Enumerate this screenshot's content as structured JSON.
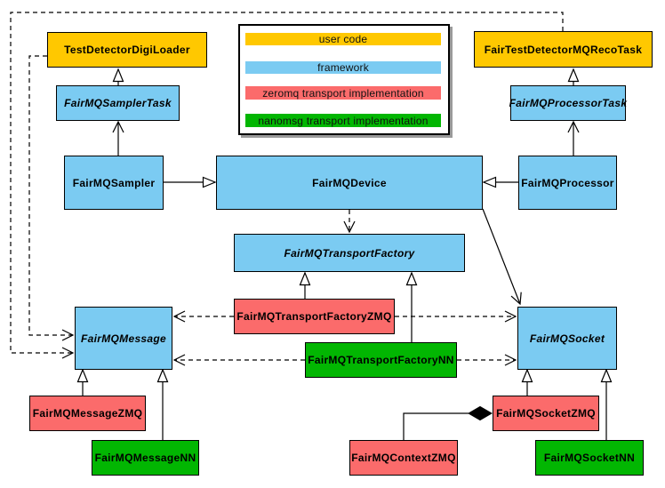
{
  "palette": {
    "user_code": "#FFC800",
    "framework": "#7BCBF2",
    "zeromq": "#FB6B6B",
    "nanomsg": "#02B602",
    "line": "#000000",
    "legend_shadow": "#9A9A9A"
  },
  "legend": {
    "items": [
      {
        "label": "user code",
        "type": "user_code"
      },
      {
        "label": "framework",
        "type": "framework"
      },
      {
        "label": "zeromq transport implementation",
        "type": "zeromq"
      },
      {
        "label": "nanomsg transport implementation",
        "type": "nanomsg"
      }
    ]
  },
  "nodes": {
    "digi_loader": {
      "label": "TestDetectorDigiLoader",
      "type": "user_code",
      "abstract": false
    },
    "reco_task": {
      "label": "FairTestDetectorMQRecoTask",
      "type": "user_code",
      "abstract": false
    },
    "sampler_task": {
      "label": "FairMQSamplerTask",
      "type": "framework",
      "abstract": true
    },
    "processor_task": {
      "label": "FairMQProcessorTask",
      "type": "framework",
      "abstract": true
    },
    "sampler": {
      "label": "FairMQSampler",
      "type": "framework",
      "abstract": false
    },
    "device": {
      "label": "FairMQDevice",
      "type": "framework",
      "abstract": false
    },
    "processor": {
      "label": "FairMQProcessor",
      "type": "framework",
      "abstract": false
    },
    "transport_factory": {
      "label": "FairMQTransportFactory",
      "type": "framework",
      "abstract": true
    },
    "tf_zmq": {
      "label": "FairMQTransportFactoryZMQ",
      "type": "zeromq",
      "abstract": false
    },
    "tf_nn": {
      "label": "FairMQTransportFactoryNN",
      "type": "nanomsg",
      "abstract": false
    },
    "message": {
      "label": "FairMQMessage",
      "type": "framework",
      "abstract": true
    },
    "socket": {
      "label": "FairMQSocket",
      "type": "framework",
      "abstract": true
    },
    "message_zmq": {
      "label": "FairMQMessageZMQ",
      "type": "zeromq",
      "abstract": false
    },
    "message_nn": {
      "label": "FairMQMessageNN",
      "type": "nanomsg",
      "abstract": false
    },
    "socket_zmq": {
      "label": "FairMQSocketZMQ",
      "type": "zeromq",
      "abstract": false
    },
    "socket_nn": {
      "label": "FairMQSocketNN",
      "type": "nanomsg",
      "abstract": false
    },
    "context_zmq": {
      "label": "FairMQContextZMQ",
      "type": "zeromq",
      "abstract": false
    }
  },
  "relations": [
    {
      "from": "FairMQSamplerTask",
      "to": "TestDetectorDigiLoader",
      "kind": "solid-hollow-triangle"
    },
    {
      "from": "FairMQProcessorTask",
      "to": "FairTestDetectorMQRecoTask",
      "kind": "solid-hollow-triangle"
    },
    {
      "from": "FairMQSampler",
      "to": "FairMQDevice",
      "kind": "solid-hollow-triangle"
    },
    {
      "from": "FairMQProcessor",
      "to": "FairMQDevice",
      "kind": "solid-hollow-triangle"
    },
    {
      "from": "FairMQTransportFactoryZMQ",
      "to": "FairMQTransportFactory",
      "kind": "solid-hollow-triangle"
    },
    {
      "from": "FairMQTransportFactoryNN",
      "to": "FairMQTransportFactory",
      "kind": "solid-hollow-triangle"
    },
    {
      "from": "FairMQMessageZMQ",
      "to": "FairMQMessage",
      "kind": "solid-hollow-triangle"
    },
    {
      "from": "FairMQMessageNN",
      "to": "FairMQMessage",
      "kind": "solid-hollow-triangle"
    },
    {
      "from": "FairMQSocketZMQ",
      "to": "FairMQSocket",
      "kind": "solid-hollow-triangle"
    },
    {
      "from": "FairMQSocketNN",
      "to": "FairMQSocket",
      "kind": "solid-hollow-triangle"
    },
    {
      "from": "FairMQSampler",
      "to": "FairMQSamplerTask",
      "kind": "solid-open-arrow"
    },
    {
      "from": "FairMQProcessor",
      "to": "FairMQProcessorTask",
      "kind": "solid-open-arrow"
    },
    {
      "from": "FairMQDevice",
      "to": "FairMQSocket",
      "kind": "solid-open-arrow"
    },
    {
      "from": "FairMQDevice",
      "to": "FairMQTransportFactory",
      "kind": "dashed-open-arrow"
    },
    {
      "from": "FairMQTransportFactoryZMQ",
      "to": "FairMQMessage",
      "kind": "dashed-open-arrow"
    },
    {
      "from": "FairMQTransportFactoryZMQ",
      "to": "FairMQSocket",
      "kind": "dashed-open-arrow"
    },
    {
      "from": "FairMQTransportFactoryNN",
      "to": "FairMQMessage",
      "kind": "dashed-open-arrow"
    },
    {
      "from": "FairMQTransportFactoryNN",
      "to": "FairMQSocket",
      "kind": "dashed-open-arrow"
    },
    {
      "from": "TestDetectorDigiLoader",
      "to": "FairMQMessage",
      "kind": "dashed-open-arrow"
    },
    {
      "from": "FairTestDetectorMQRecoTask",
      "to": "FairMQMessage",
      "kind": "dashed-open-arrow"
    },
    {
      "from": "FairMQContextZMQ",
      "to": "FairMQSocketZMQ",
      "kind": "filled-diamond"
    }
  ]
}
